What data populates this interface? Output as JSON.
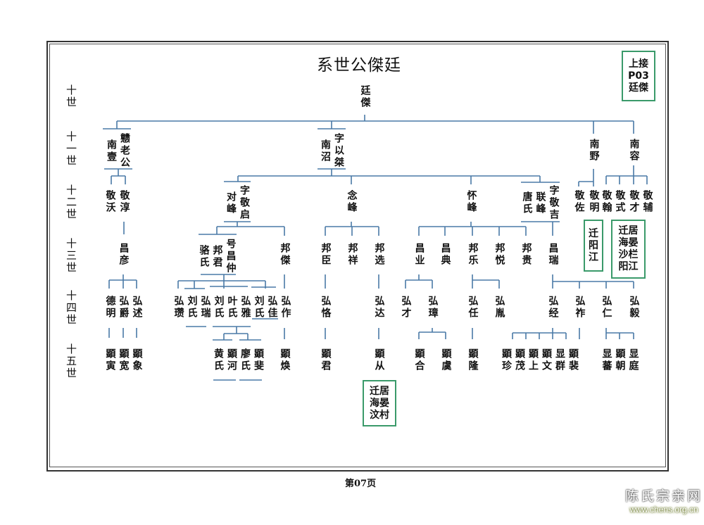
{
  "title": "系世公傑廷",
  "ref_box": "上接\nP03\n廷傑",
  "generations": [
    "十世",
    "十一世",
    "十二世",
    "十三世",
    "十四世",
    "十五世"
  ],
  "nodes": [
    {
      "gen": 10,
      "cols": [
        "廷傑"
      ]
    },
    {
      "gen": 11,
      "cols": [
        "南壹",
        "戆老公"
      ]
    },
    {
      "gen": 11,
      "cols": [
        "南沼",
        "字以桀"
      ]
    },
    {
      "gen": 11,
      "cols": [
        "南野"
      ]
    },
    {
      "gen": 11,
      "cols": [
        "南容"
      ]
    },
    {
      "gen": 12,
      "cols": [
        "敬沃"
      ]
    },
    {
      "gen": 12,
      "cols": [
        "敬淳"
      ]
    },
    {
      "gen": 12,
      "cols": [
        "对峰",
        "字敬启"
      ]
    },
    {
      "gen": 12,
      "cols": [
        "念峰"
      ]
    },
    {
      "gen": 12,
      "cols": [
        "怀峰"
      ]
    },
    {
      "gen": 12,
      "cols": [
        "唐氏",
        "联峰",
        "字敬吉"
      ]
    },
    {
      "gen": 12,
      "cols": [
        "敬佐"
      ]
    },
    {
      "gen": 12,
      "cols": [
        "敬明"
      ]
    },
    {
      "gen": 12,
      "cols": [
        "敬翰"
      ]
    },
    {
      "gen": 12,
      "cols": [
        "敬式"
      ]
    },
    {
      "gen": 12,
      "cols": [
        "敬才"
      ]
    },
    {
      "gen": 12,
      "cols": [
        "敬辅"
      ]
    },
    {
      "gen": 13,
      "cols": [
        "昌彦"
      ]
    },
    {
      "gen": 13,
      "cols": [
        "骆氏",
        "邦君",
        "号昌仲"
      ]
    },
    {
      "gen": 13,
      "cols": [
        "邦傑"
      ]
    },
    {
      "gen": 13,
      "cols": [
        "邦臣"
      ]
    },
    {
      "gen": 13,
      "cols": [
        "邦祥"
      ]
    },
    {
      "gen": 13,
      "cols": [
        "邦选"
      ]
    },
    {
      "gen": 13,
      "cols": [
        "昌业"
      ]
    },
    {
      "gen": 13,
      "cols": [
        "昌典"
      ]
    },
    {
      "gen": 13,
      "cols": [
        "邦乐"
      ]
    },
    {
      "gen": 13,
      "cols": [
        "邦悦"
      ]
    },
    {
      "gen": 13,
      "cols": [
        "邦贵"
      ]
    },
    {
      "gen": 13,
      "cols": [
        "昌瑞"
      ]
    },
    {
      "gen": 14,
      "cols": [
        "德明",
        "弘爵",
        "弘述"
      ]
    },
    {
      "gen": 14,
      "cols": [
        "弘瓒",
        "刘氏",
        "弘瑞",
        "刘氏",
        "叶氏",
        "弘雅",
        "刘氏",
        "弘佳",
        "弘作"
      ]
    },
    {
      "gen": 14,
      "cols": [
        "弘恪"
      ]
    },
    {
      "gen": 14,
      "cols": [
        "弘达"
      ]
    },
    {
      "gen": 14,
      "cols": [
        "弘才"
      ]
    },
    {
      "gen": 14,
      "cols": [
        "弘璋"
      ]
    },
    {
      "gen": 14,
      "cols": [
        "弘任"
      ]
    },
    {
      "gen": 14,
      "cols": [
        "弘胤"
      ]
    },
    {
      "gen": 14,
      "cols": [
        "弘经"
      ]
    },
    {
      "gen": 14,
      "cols": [
        "弘祚"
      ]
    },
    {
      "gen": 14,
      "cols": [
        "弘仁"
      ]
    },
    {
      "gen": 14,
      "cols": [
        "弘毅"
      ]
    },
    {
      "gen": 15,
      "cols": [
        "顕寅",
        "顕宽",
        "顕象"
      ]
    },
    {
      "gen": 15,
      "cols": [
        "黄氏",
        "顕河",
        "廖氏",
        "顕斐"
      ]
    },
    {
      "gen": 15,
      "cols": [
        "顕焕"
      ]
    },
    {
      "gen": 15,
      "cols": [
        "顕君"
      ]
    },
    {
      "gen": 15,
      "cols": [
        "顕从"
      ]
    },
    {
      "gen": 15,
      "cols": [
        "顕合"
      ]
    },
    {
      "gen": 15,
      "cols": [
        "顕虞"
      ]
    },
    {
      "gen": 15,
      "cols": [
        "顕隆"
      ]
    },
    {
      "gen": 15,
      "cols": [
        "顕珍",
        "顕茂",
        "顕上",
        "顕文",
        "显群",
        "顕裴"
      ]
    },
    {
      "gen": 15,
      "cols": [
        "显蕃",
        "顕朝",
        "显庭"
      ]
    }
  ],
  "notes": [
    {
      "text": "迁\n阳\n江"
    },
    {
      "text": "迁居\n海晏\n沙栏\n阳江"
    },
    {
      "text": "迁居\n海晏\n汶村"
    }
  ],
  "footer": {
    "page": "第07页"
  },
  "watermark": {
    "name": "陈氏宗亲网",
    "url": "www.chens.org.cn"
  },
  "colors": {
    "line": "#4a7aa7",
    "note_border": "#3a9a6a"
  }
}
